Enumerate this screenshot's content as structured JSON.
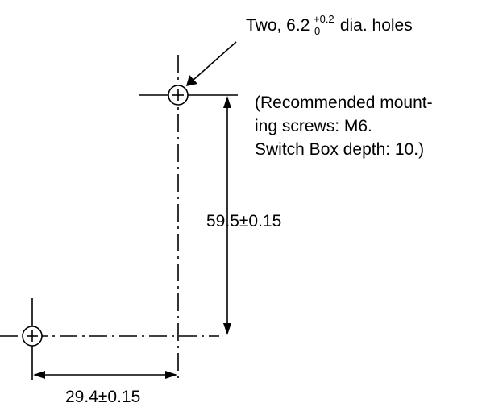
{
  "callout": {
    "prefix": "Two, 6.2",
    "tol_upper": "+0.2",
    "tol_lower": "0",
    "suffix": " dia. holes"
  },
  "note": {
    "line1": "(Recommended mount-",
    "line2": "ing screws: M6.",
    "line3": "Switch Box depth: 10.)"
  },
  "dimensions": {
    "vertical": "59.5±0.15",
    "horizontal": "29.4±0.15"
  }
}
